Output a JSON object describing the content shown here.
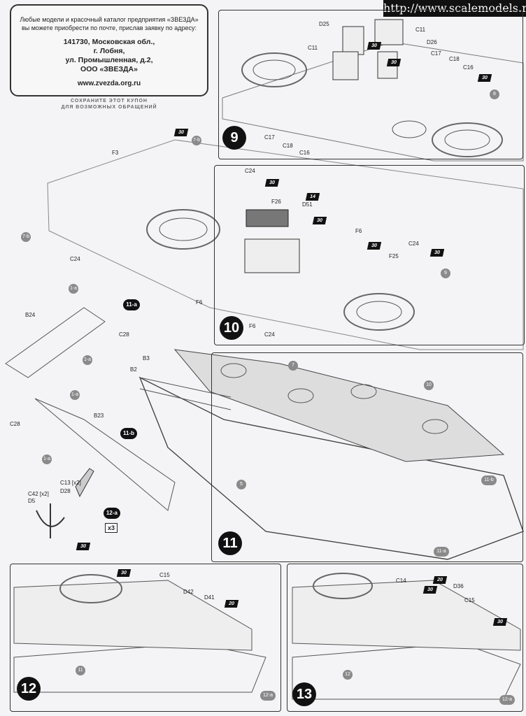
{
  "watermark": "http://www.scalemodels.ru",
  "coupon": {
    "intro": "Любые модели и красочный каталог предприятия «ЗВЕЗДА» вы можете приобрести по почте, прислав заявку по адресу:",
    "address": [
      "141730, Московская обл.,",
      "г. Лобня,",
      "ул. Промышленная, д.2,",
      "ООО «ЗВЕЗДА»"
    ],
    "website": "www.zvezda.org.ru",
    "cut_note": [
      "СОХРАНИТЕ ЭТОТ КУПОН",
      "ДЛЯ ВОЗМОЖНЫХ ОБРАЩЕНИЙ"
    ]
  },
  "steps": [
    "9",
    "10",
    "11",
    "12",
    "13"
  ],
  "subassemblies": [
    "11-a",
    "11-b",
    "12-a"
  ],
  "multiplier": "x3",
  "glue_flag": "30",
  "flag_14": "14",
  "flag_20": "20",
  "labels": {
    "s9": [
      "D25",
      "C11",
      "C11",
      "D26",
      "C17",
      "C18",
      "C16",
      "C17",
      "C18",
      "C16",
      "8"
    ],
    "s7b": [
      "F3",
      "7-b",
      "7-b",
      "C24"
    ],
    "s10": [
      "C24",
      "F26",
      "D51",
      "F6",
      "C24",
      "F25",
      "F6",
      "F6",
      "C24",
      "9"
    ],
    "s11a": [
      "1-a",
      "B24",
      "C28",
      "1-a"
    ],
    "s11b": [
      "1-a",
      "C28",
      "B23",
      "1-a"
    ],
    "s12a": [
      "C42 [x2]",
      "D5",
      "C13 [x2]",
      "D28"
    ],
    "s11": [
      "B3",
      "B2",
      "7",
      "10",
      "5",
      "11-b",
      "11-a"
    ],
    "s12": [
      "C15",
      "D42",
      "D41",
      "11",
      "12-a"
    ],
    "s13": [
      "C14",
      "D36",
      "C15",
      "12",
      "12-a"
    ]
  }
}
